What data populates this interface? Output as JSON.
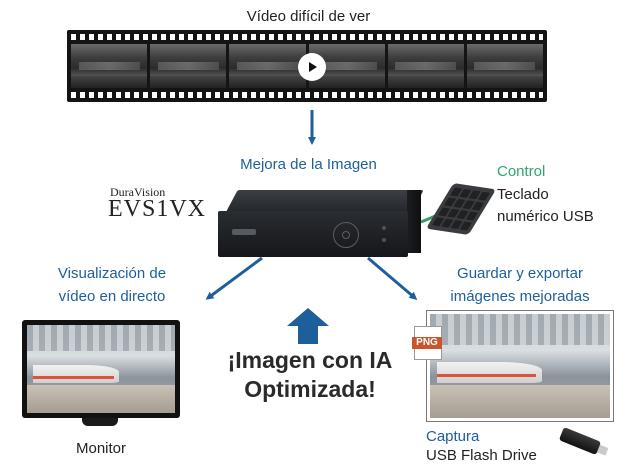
{
  "title_top": "Vídeo difícil de ver",
  "enhance_label": "Mejora de la Imagen",
  "brand": {
    "line1": "DuraVision",
    "line2": "EVS1VX"
  },
  "control": {
    "title": "Control",
    "line1": "Teclado",
    "line2": "numérico USB"
  },
  "live_view": {
    "line1": "Visualización de",
    "line2": "vídeo en directo"
  },
  "save_export": {
    "line1": "Guardar y exportar",
    "line2": "imágenes mejoradas"
  },
  "headline": {
    "line1": "¡Imagen con IA",
    "line2": "Optimizada!"
  },
  "monitor_label": "Monitor",
  "capture": {
    "title": "Captura",
    "subtitle": "USB Flash Drive"
  },
  "png_tag": "PNG",
  "colors": {
    "arrow_blue": "#1d5f9b",
    "control_green": "#2fa66a",
    "connector_green": "#3a9a6a"
  },
  "icons": [
    "play-icon",
    "keypad-icon",
    "png-file-icon",
    "usb-flash-drive-icon",
    "up-arrow-icon"
  ]
}
